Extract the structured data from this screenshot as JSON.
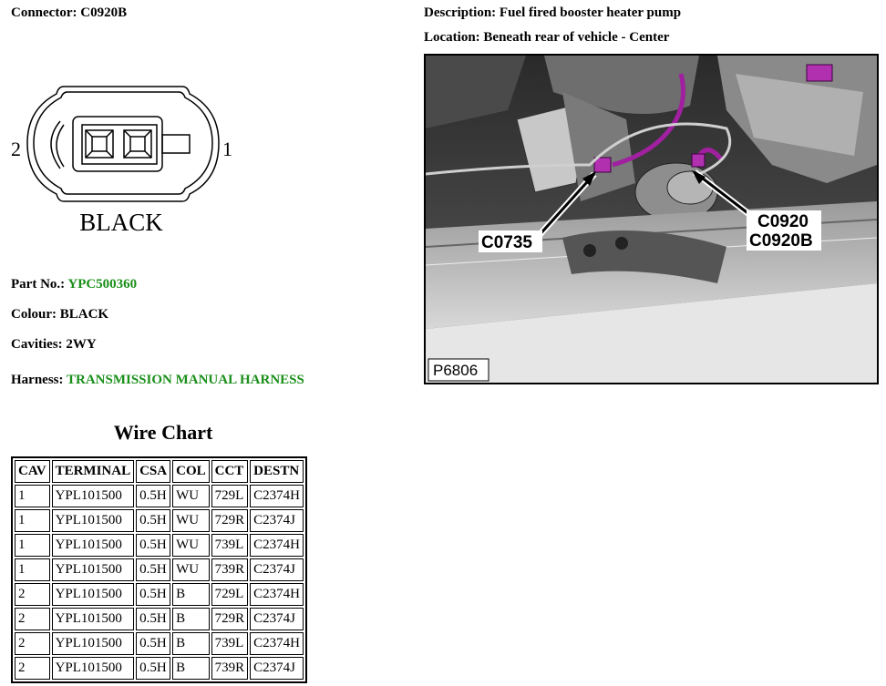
{
  "connector": {
    "label": "Connector:",
    "value": "C0920B"
  },
  "description": {
    "label": "Description:",
    "value": "Fuel fired booster heater pump"
  },
  "location": {
    "label": "Location:",
    "value": "Beneath rear of vehicle - Center"
  },
  "diagram": {
    "pin_left": "2",
    "pin_right": "1",
    "color_text": "BLACK"
  },
  "part_no": {
    "label": "Part No.:",
    "value": "YPC500360"
  },
  "colour": {
    "label": "Colour:",
    "value": "BLACK"
  },
  "cavities": {
    "label": "Cavities:",
    "value": "2WY"
  },
  "harness": {
    "label": "Harness:",
    "value": "TRANSMISSION MANUAL HARNESS"
  },
  "photo": {
    "callout_left": "C0735",
    "callout_right_1": "C0920",
    "callout_right_2": "C0920B",
    "ref": "P6806"
  },
  "wire_chart": {
    "title": "Wire Chart",
    "headers": [
      "CAV",
      "TERMINAL",
      "CSA",
      "COL",
      "CCT",
      "DESTN"
    ],
    "rows": [
      [
        "1",
        "YPL101500",
        "0.5H",
        "WU",
        "729L",
        "C2374H"
      ],
      [
        "1",
        "YPL101500",
        "0.5H",
        "WU",
        "729R",
        "C2374J"
      ],
      [
        "1",
        "YPL101500",
        "0.5H",
        "WU",
        "739L",
        "C2374H"
      ],
      [
        "1",
        "YPL101500",
        "0.5H",
        "WU",
        "739R",
        "C2374J"
      ],
      [
        "2",
        "YPL101500",
        "0.5H",
        "B",
        "729L",
        "C2374H"
      ],
      [
        "2",
        "YPL101500",
        "0.5H",
        "B",
        "729R",
        "C2374J"
      ],
      [
        "2",
        "YPL101500",
        "0.5H",
        "B",
        "739L",
        "C2374H"
      ],
      [
        "2",
        "YPL101500",
        "0.5H",
        "B",
        "739R",
        "C2374J"
      ]
    ]
  }
}
